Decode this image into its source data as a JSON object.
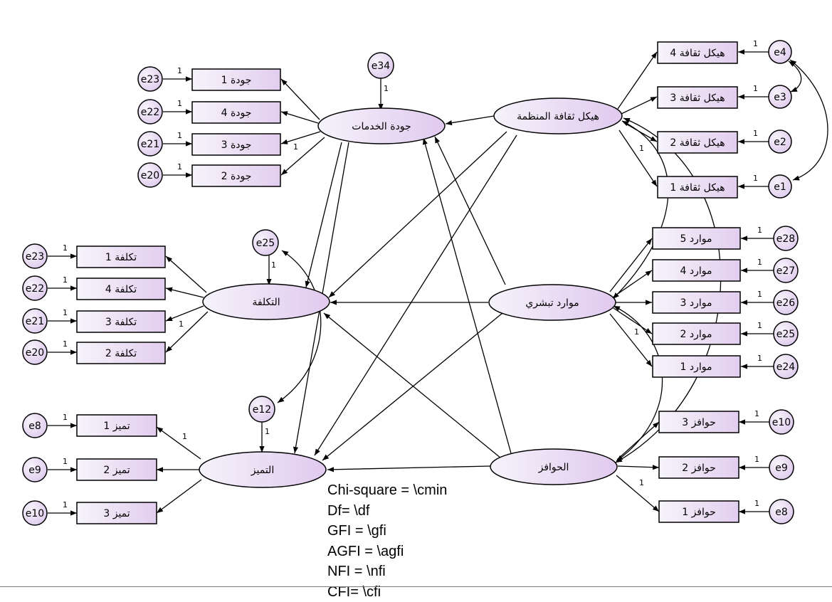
{
  "latents": {
    "service_quality": "جودة الخدمات",
    "org_culture": "هيكل ثقافة المنظمة",
    "cost": "التكلفة",
    "human_resources": "موارد تبشري",
    "excellence": "التميز",
    "incentives": "الحوافز"
  },
  "observed": {
    "quality": [
      "جودة 1",
      "جودة 4",
      "جودة 3",
      "جودة 2"
    ],
    "culture": [
      "هيكل ثقافة 4",
      "هيكل ثقافة 3",
      "هيكل ثقافة 2",
      "هيكل ثقافة 1"
    ],
    "cost": [
      "تكلفة 1",
      "تكلفة 4",
      "تكلفة 3",
      "تكلفة 2"
    ],
    "resources": [
      "موارد 5",
      "موارد 4",
      "موارد 3",
      "موارد 2",
      "موارد 1"
    ],
    "excellence": [
      "تميز 1",
      "تميز 2",
      "تميز 3"
    ],
    "incentives": [
      "حوافز 3",
      "حوافز 2",
      "حوافز 1"
    ]
  },
  "errors": {
    "quality": [
      "e23",
      "e22",
      "e21",
      "e20"
    ],
    "culture": [
      "e4",
      "e3",
      "e2",
      "e1"
    ],
    "cost": [
      "e23",
      "e22",
      "e21",
      "e20"
    ],
    "resources": [
      "e28",
      "e27",
      "e26",
      "e25",
      "e24"
    ],
    "excellence": [
      "e8",
      "e9",
      "e10"
    ],
    "incentives": [
      "e10",
      "e9",
      "e8"
    ],
    "structural": [
      "e34",
      "e25",
      "e12"
    ]
  },
  "fixed_loading": "1",
  "fit_stats": [
    "Chi-square = \\cmin",
    "Df= \\df",
    "GFI = \\gfi",
    "AGFI = \\agfi",
    "NFI = \\nfi",
    "CFI= \\cfi"
  ],
  "colors": {
    "fill_light": "#f4f2fb",
    "fill_dark": "#ddc8ec",
    "stroke": "#000000"
  }
}
